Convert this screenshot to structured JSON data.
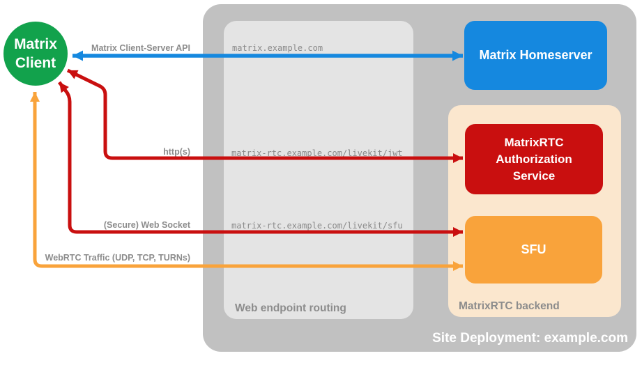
{
  "client": {
    "label_lines": [
      "Matrix",
      "Client"
    ],
    "color": "#12a24c"
  },
  "deployment": {
    "label": "Site Deployment: example.com",
    "color": "#c1c1c1"
  },
  "routing": {
    "label": "Web endpoint routing",
    "color": "#e4e4e4",
    "endpoints": [
      "matrix.example.com",
      "matrix-rtc.example.com/livekit/jwt",
      "matrix-rtc.example.com/livekit/sfu"
    ]
  },
  "backend": {
    "label": "MatrixRTC backend",
    "color": "#fbe7ce"
  },
  "nodes": {
    "homeserver": {
      "label": "Matrix Homeserver",
      "color": "#1588df"
    },
    "auth": {
      "label": "MatrixRTC Authorization Service",
      "color": "#c90f0f"
    },
    "sfu": {
      "label": "SFU",
      "color": "#f9a33b"
    }
  },
  "connections": [
    {
      "id": "client-server-api",
      "label": "Matrix Client-Server API",
      "color": "#1588df",
      "bidirectional": true
    },
    {
      "id": "https",
      "label": "http(s)",
      "color": "#c90f0f",
      "bidirectional": true
    },
    {
      "id": "websocket",
      "label": "(Secure) Web Socket",
      "color": "#c90f0f",
      "bidirectional": true
    },
    {
      "id": "webrtc",
      "label": "WebRTC Traffic (UDP, TCP, TURNs)",
      "color": "#f9a33b",
      "bidirectional": true
    }
  ],
  "text_colors": {
    "label_gray": "#8c8c8c",
    "mono_gray": "#8a8a8a",
    "node_text": "#ffffff"
  }
}
